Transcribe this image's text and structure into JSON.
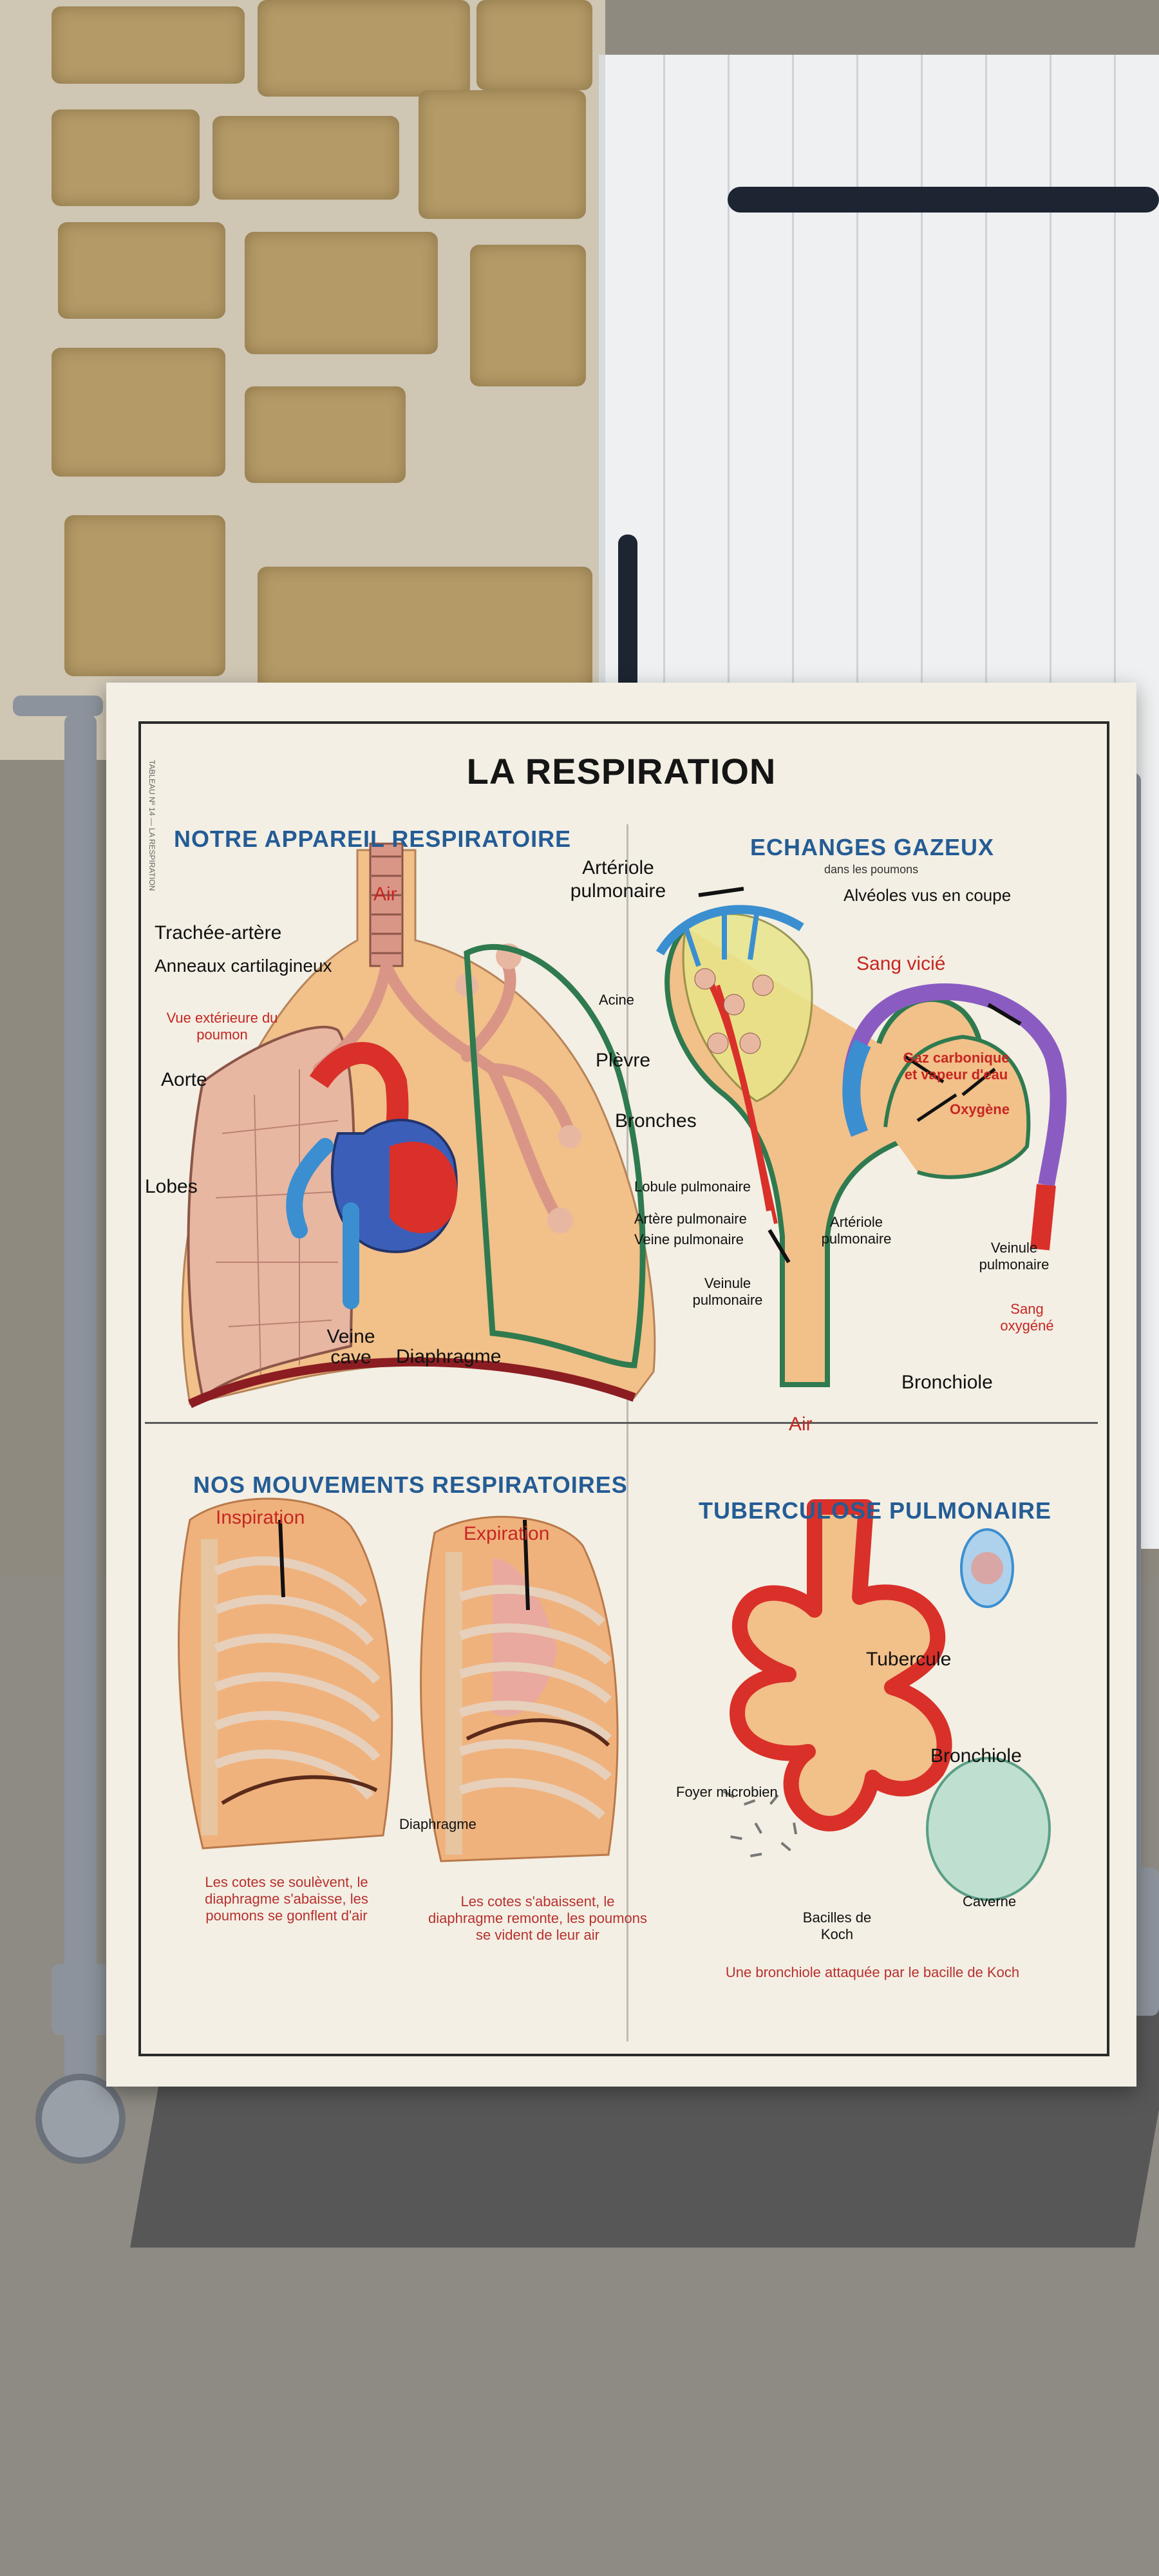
{
  "poster": {
    "title": "LA RESPIRATION",
    "side_tag": "TABLEAU Nº 14 — LA RESPIRATION",
    "sections": [
      {
        "title": "NOTRE APPAREIL RESPIRATOIRE"
      },
      {
        "title": "ECHANGES GAZEUX",
        "subtitle": "dans les poumons"
      },
      {
        "title": "NOS MOUVEMENTS RESPIRATOIRES"
      },
      {
        "title": "TUBERCULOSE PULMONAIRE"
      }
    ],
    "lung_labels": {
      "air": "Air",
      "trachee": "Trachée-artère",
      "anneaux": "Anneaux cartilagineux",
      "vue": "Vue extérieure du poumon",
      "aorte": "Aorte",
      "plevre": "Plèvre",
      "bronches": "Bronches",
      "lobes": "Lobes",
      "lobule": "Lobule pulmonaire",
      "artere": "Artère pulmonaire",
      "veine": "Veine pulmonaire",
      "veine_cave": "Veine cave",
      "diaphragme": "Diaphragme"
    },
    "exchange_labels": {
      "arteriole_pulm": "Artériole pulmonaire",
      "alveoles": "Alvéoles vus en coupe",
      "sang_vicie": "Sang vicié",
      "acine": "Acine",
      "gaz": "Gaz carbonique et vapeur d'eau",
      "oxygene": "Oxygène",
      "arteriole": "Artériole pulmonaire",
      "veinule": "Veinule pulmonaire",
      "veinule2": "Veinule pulmonaire",
      "sang_oxy": "Sang oxygéné",
      "bronchiole": "Bronchiole",
      "air": "Air"
    },
    "movement_labels": {
      "inspiration": "Inspiration",
      "expiration": "Expiration",
      "diaphragme": "Diaphragme",
      "cap_insp": "Les cotes se soulèvent, le diaphragme s'abaisse, les poumons se gonflent d'air",
      "cap_exp": "Les cotes s'abaissent, le diaphragme remonte, les poumons se vident de leur air"
    },
    "tb_labels": {
      "tubercule": "Tubercule",
      "bronchiole": "Bronchiole",
      "foyer": "Foyer microbien",
      "caverne": "Caverne",
      "bacilles": "Bacilles de Koch",
      "caption": "Une bronchiole attaquée par le bacille de Koch"
    }
  },
  "colors": {
    "section_blue": "#245c95",
    "label_red": "#c62622",
    "artery_red": "#d9302a",
    "vein_blue": "#3b8fd0",
    "lung_pink": "#e7b7a2",
    "skin_orange": "#f0b27c"
  }
}
